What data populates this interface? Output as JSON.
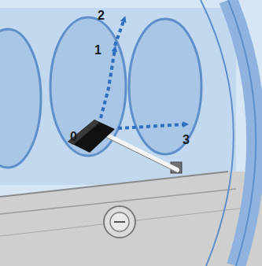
{
  "diagram": {
    "labels": [
      "2",
      "1",
      "0",
      "3"
    ]
  }
}
